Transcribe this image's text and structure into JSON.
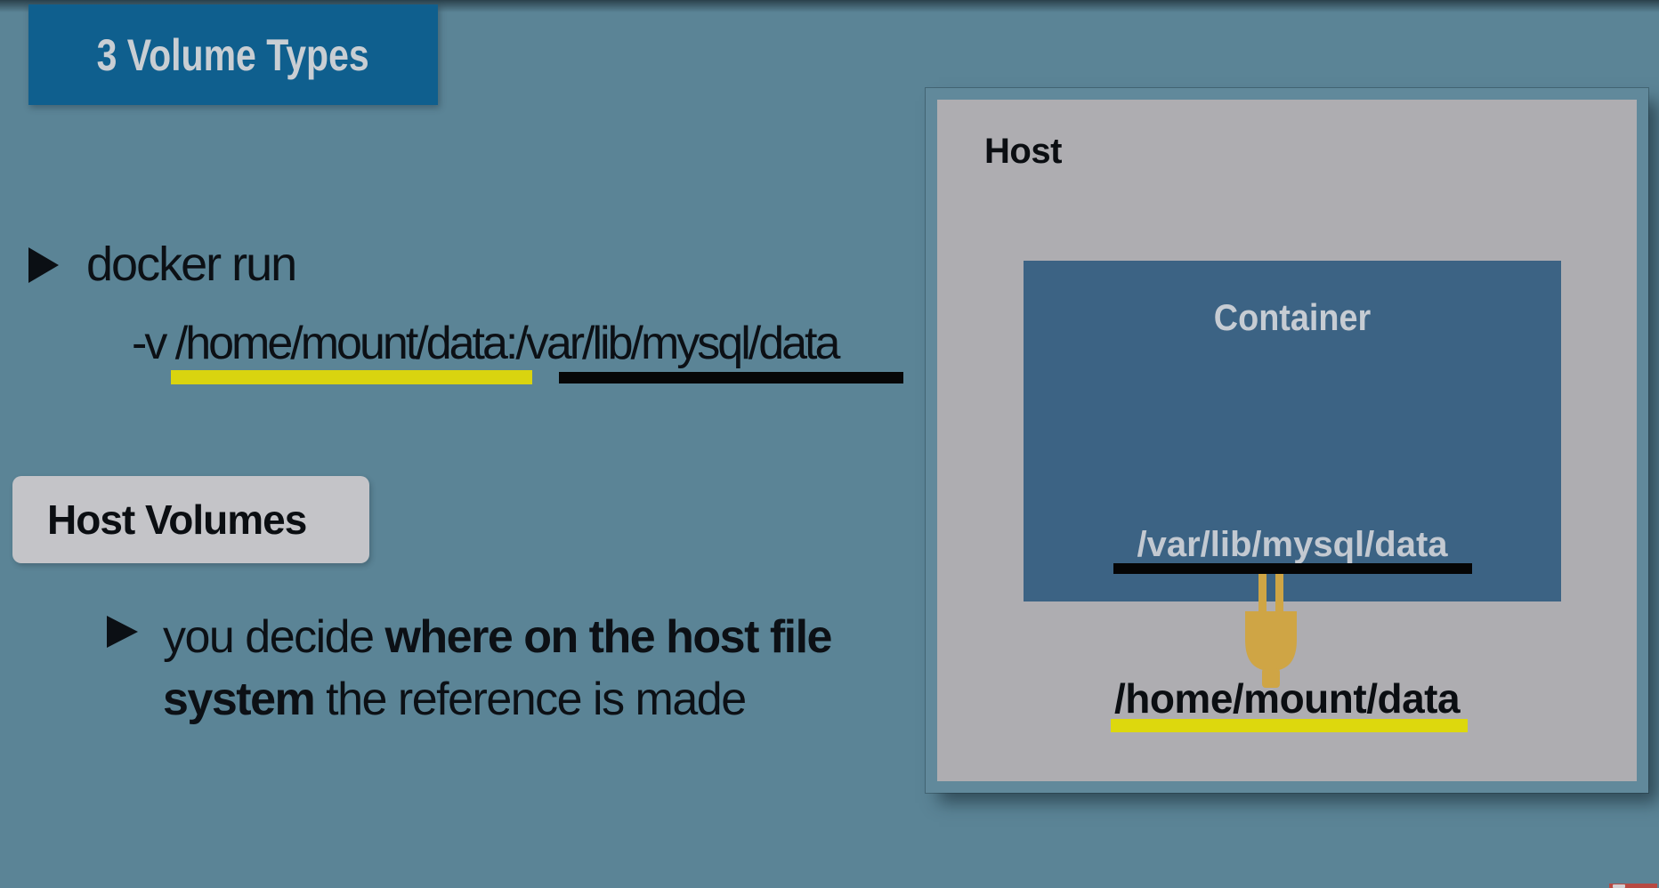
{
  "slide": {
    "title": "3 Volume Types",
    "command": {
      "line1": "docker run",
      "flag": "-v ",
      "host_path": "/home/mount/data",
      "separator": ":",
      "container_path": "/var/lib/mysql/data"
    },
    "section_label": "Host Volumes",
    "note": {
      "regular1": "you decide ",
      "bold1": "where on the host file",
      "bold2": "system",
      "regular2": " the reference is made"
    },
    "diagram": {
      "host_label": "Host",
      "container_label": "Container",
      "container_path": "/var/lib/mysql/data",
      "host_path": "/home/mount/data"
    },
    "icons": {
      "bullet": "play-triangle-icon",
      "plug": "power-plug-icon"
    },
    "colors": {
      "background_teal": "#5b8496",
      "title_blue": "#0f5f8e",
      "container_blue": "#3c6384",
      "host_gray": "#aeadb1",
      "label_gray": "#c4c4c8",
      "highlight_yellow": "#d9d40f",
      "underline_black": "#070707",
      "plug_gold": "#cfa545",
      "corner_red": "#b84a42",
      "light_text": "#c9ced3",
      "dark_text": "#0c1015"
    }
  }
}
